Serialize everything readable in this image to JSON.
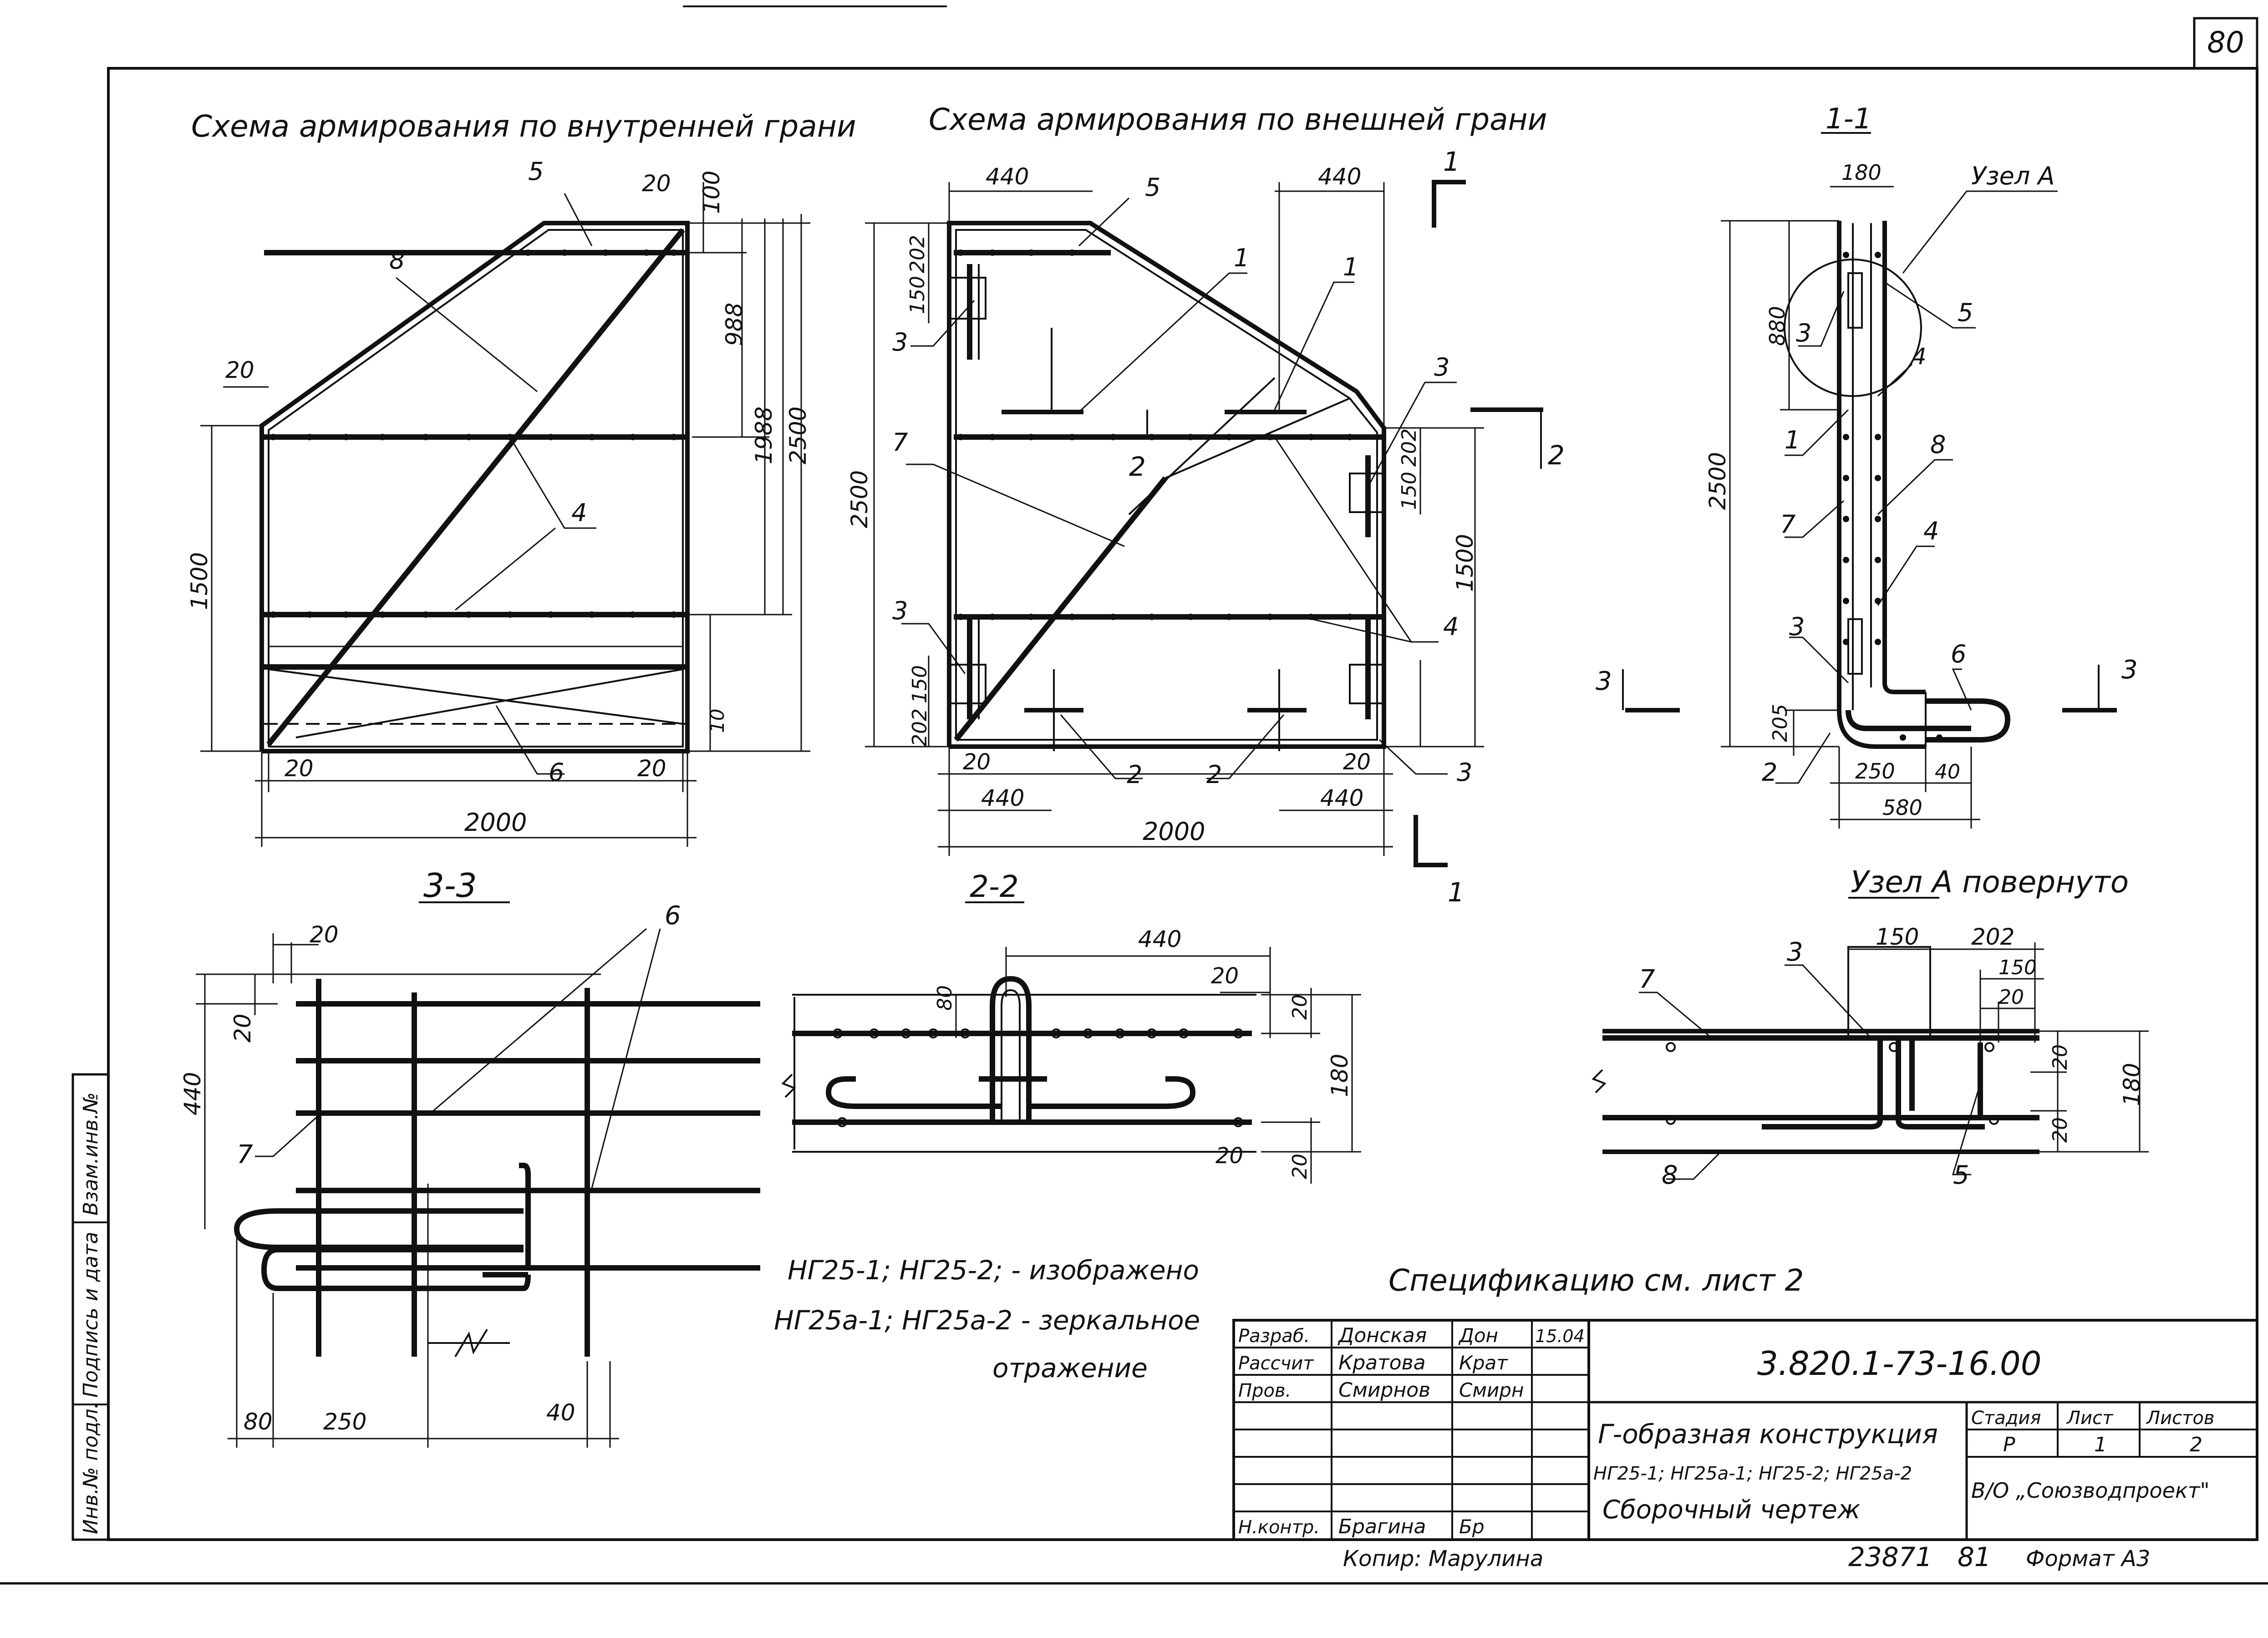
{
  "sheet_number": "80",
  "titles": {
    "inner_scheme": "Схема армирования по внутренней грани",
    "outer_scheme": "Схема армирования по внешней грани",
    "section_1_1": "1-1",
    "node_a": "Узел А",
    "section_3_3": "3-3",
    "section_2_2": "2-2",
    "node_a_rotated": "Узел А повернуто"
  },
  "view_inner": {
    "dims": [
      "20",
      "100",
      "988",
      "1988",
      "2500",
      "20",
      "1500",
      "10",
      "20",
      "20",
      "2000"
    ],
    "callouts": [
      "5",
      "8",
      "4",
      "6"
    ]
  },
  "view_outer": {
    "dims": [
      "440",
      "440",
      "202",
      "150",
      "2500",
      "202",
      "150",
      "1500",
      "150",
      "202",
      "20",
      "20",
      "440",
      "440",
      "2000"
    ],
    "callouts": [
      "5",
      "1",
      "1",
      "3",
      "3",
      "3",
      "3",
      "7",
      "4",
      "2",
      "2"
    ],
    "section_marks": [
      "1",
      "1",
      "2",
      "2"
    ]
  },
  "section_1_1": {
    "dims": [
      "180",
      "880",
      "2500",
      "205",
      "250",
      "40",
      "580"
    ],
    "callouts": [
      "5",
      "3",
      "4",
      "1",
      "8",
      "7",
      "4",
      "3",
      "6",
      "2"
    ],
    "section_marks": [
      "3",
      "3"
    ]
  },
  "section_3_3": {
    "dims": [
      "20",
      "20",
      "440",
      "80",
      "250",
      "40"
    ],
    "callouts": [
      "6",
      "7"
    ]
  },
  "section_2_2": {
    "dims": [
      "440",
      "80",
      "20",
      "20",
      "180",
      "20",
      "20"
    ]
  },
  "node_a_rotated": {
    "dims": [
      "150",
      "202",
      "150",
      "20",
      "20",
      "180",
      "20"
    ],
    "callouts": [
      "3",
      "7",
      "8",
      "5"
    ]
  },
  "notes": {
    "line1": "НГ25-1; НГ25-2; - изображено",
    "line2": "НГ25а-1; НГ25а-2 - зеркальное",
    "line3": "отражение",
    "spec": "Спецификацию см. лист 2"
  },
  "title_block": {
    "roles": [
      "Разраб.",
      "Рассчит",
      "Пров.",
      "",
      "",
      "",
      "Н.контр."
    ],
    "names": [
      "Донская",
      "Кратова",
      "Смирнов",
      "",
      "",
      "",
      "Брагина"
    ],
    "signatures": [
      "Дон",
      "Крат",
      "Смирн",
      "",
      "",
      "",
      "Бр"
    ],
    "dates": [
      "15.04",
      "",
      "",
      "",
      "",
      "",
      ""
    ],
    "doc_code": "3.820.1-73-16.00",
    "name_line1": "Г-образная конструкция",
    "name_line2": "НГ25-1; НГ25а-1; НГ25-2; НГ25а-2",
    "name_line3": "Сборочный чертеж",
    "stage_header": "Стадия",
    "sheet_header": "Лист",
    "sheets_header": "Листов",
    "stage": "Р",
    "sheet": "1",
    "sheets": "2",
    "org": "В/О „Союзводпроект\""
  },
  "left_stamp": [
    "Инв.№ подл.",
    "Подпись и дата",
    "Взам.инв.№"
  ],
  "footer": {
    "copier": "Копир: Марулина",
    "archive": "23871",
    "archive_suffix": "81",
    "format": "Формат А3"
  }
}
